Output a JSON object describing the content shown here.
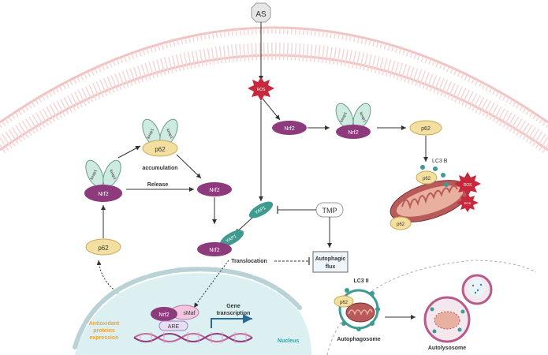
{
  "labels": {
    "as": "AS",
    "ros": "ROS",
    "nrf2": "Nrf2",
    "keap1": "keap1",
    "p62": "p62",
    "accumulation": "accumulation",
    "release": "Release",
    "yap1": "YAP1",
    "tmp": "TMP",
    "translocation": "Translocation",
    "autophagic_flux_line1": "Autophagic",
    "autophagic_flux_line2": "flux",
    "lc3b": "LC3 B",
    "lc3ii": "LC3 II",
    "smaf": "sMaf",
    "are": "ARE",
    "gene_transcription_line1": "Gene",
    "gene_transcription_line2": "transcription",
    "antioxidant_line1": "Antioxidant",
    "antioxidant_line2": "proteins",
    "antioxidant_line3": "expression",
    "nucleus": "Nucleus",
    "autophagosome": "Autophagosome",
    "autolysosome": "Autolysosome"
  },
  "colors": {
    "membrane": "#f2c4c4",
    "nrf2": "#8e3b7e",
    "keap1": "#cdebe1",
    "p62": "#f3e0a0",
    "yap1": "#3f9a8f",
    "ros": "#c8283c",
    "nucleus": "#dcf0f2",
    "mito": "#b85a5a",
    "antioxidant_text": "#f2a33a",
    "nucleus_text": "#3aa0a8"
  }
}
